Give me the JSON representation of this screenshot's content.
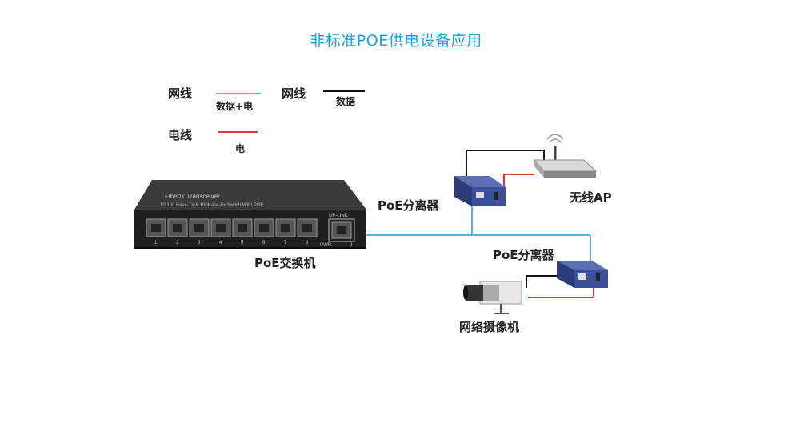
{
  "title": "非标准POE供电设备应用",
  "legend": [
    {
      "label": "网线",
      "desc": "数据+电",
      "color": "#4fb7e6"
    },
    {
      "label": "网线",
      "desc": "数据",
      "color": "#111111"
    },
    {
      "label": "电线",
      "desc": "电",
      "color": "#d63a3a"
    }
  ],
  "switch": {
    "caption": "PoE交换机",
    "brand": "Fiber/T Transceiver",
    "model": "10/100 Base-Tx & 100Base-Fx Switch With POE",
    "uplink": "UP-LINK",
    "pwr": "PWR",
    "ports": [
      "1",
      "2",
      "3",
      "4",
      "5",
      "6",
      "7",
      "8",
      "9"
    ]
  },
  "splitter1": {
    "caption": "PoE分离器"
  },
  "ap": {
    "caption": "无线AP"
  },
  "splitter2": {
    "caption": "PoE分离器"
  },
  "camera": {
    "caption": "网络摄像机"
  },
  "colors": {
    "title": "#1ba1e2",
    "poe_line": "#4fb7e6",
    "data_line": "#111111",
    "power_line": "#d63a3a"
  }
}
